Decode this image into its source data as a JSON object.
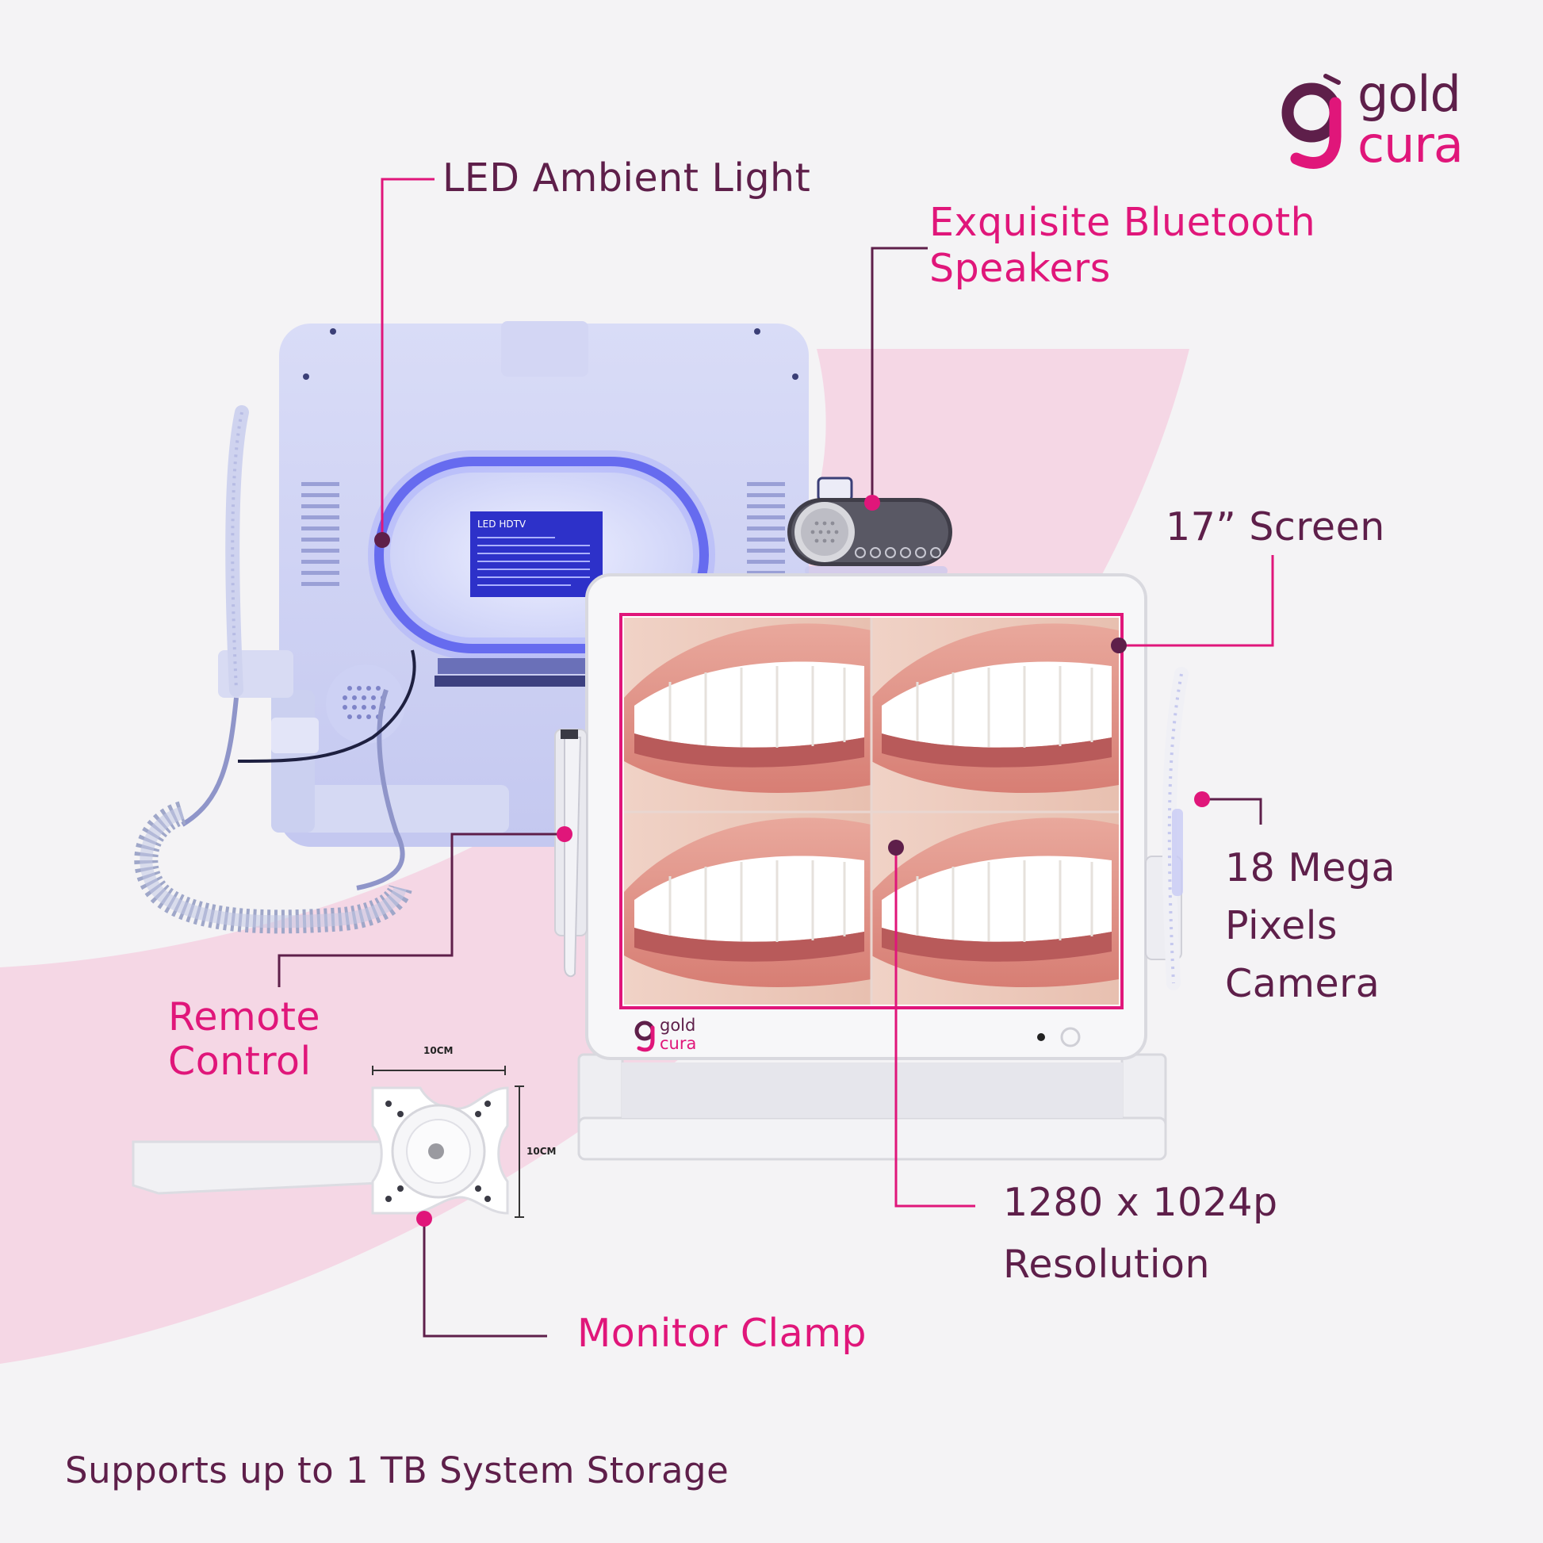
{
  "brand": {
    "logo_line1": "gold",
    "logo_line2": "cura",
    "colors": {
      "plum": "#5e1f4a",
      "pink": "#e0167a",
      "soft_pink": "#f5d7e5"
    }
  },
  "callouts": {
    "led_light": "LED Ambient Light",
    "bluetooth_line1": "Exquisite Bluetooth",
    "bluetooth_line2": "Speakers",
    "screen_size": "17” Screen",
    "camera_line1": "18 Mega",
    "camera_line2": "Pixels",
    "camera_line3": "Camera",
    "remote_line1": "Remote",
    "remote_line2": "Control",
    "resolution_line1": "1280 x  1024p",
    "resolution_line2": "Resolution",
    "monitor_clamp": "Monitor Clamp"
  },
  "clamp_dimensions": {
    "width_label": "10CM",
    "height_label": "10CM"
  },
  "rear_label": {
    "title": "LED HDTV"
  },
  "footer": {
    "storage": "Supports up to 1 TB System Storage"
  },
  "icons": [
    "brand-logo-icon",
    "speaker-grille-icon",
    "power-button-icon",
    "coiled-cable-icon",
    "intraoral-camera-icon"
  ]
}
